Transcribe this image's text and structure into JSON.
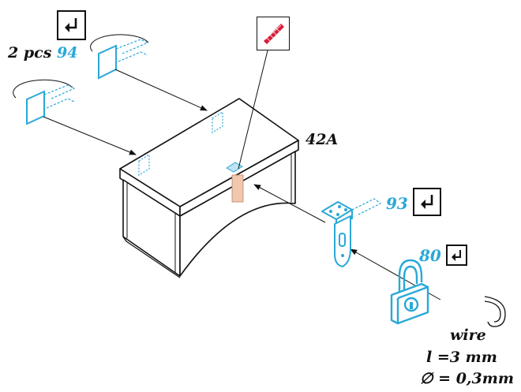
{
  "labels": {
    "pcs_prefix": "2 pcs ",
    "part_94": "94",
    "part_42a": "42A",
    "part_93": "93",
    "part_80": "80",
    "wire_title": "wire",
    "wire_length": "l =3 mm",
    "wire_diameter": "∅ = 0,3mm"
  },
  "icons": {
    "bend_top": "bend-arrow-icon",
    "paint_swatch": "paint-swatch-icon",
    "bend_93": "bend-arrow-icon",
    "bend_80": "bend-arrow-icon"
  },
  "colors": {
    "line": "#111111",
    "part_blue": "#29a8d8",
    "decal_tan": "#f0c8b0",
    "paint_red": "#d81e3a"
  }
}
